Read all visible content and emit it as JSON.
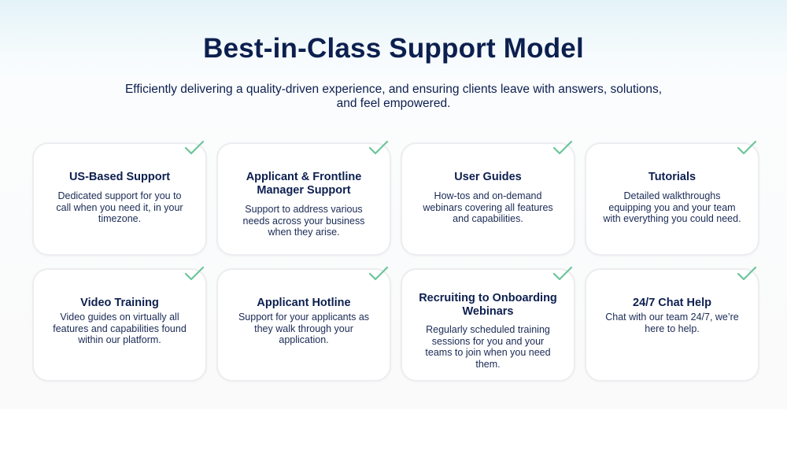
{
  "header": {
    "title": "Best-in-Class Support Model",
    "subtitle": "Efficiently delivering a quality-driven experience, and ensuring clients leave with answers, solutions, and feel empowered."
  },
  "colors": {
    "accent_check": "#6cc59a",
    "title": "#0c1f4f"
  },
  "cards": [
    {
      "title": "US-Based Support",
      "description": "Dedicated support for you to call when you need it, in your timezone.",
      "icon": "check-icon"
    },
    {
      "title": "Applicant & Frontline Manager Support",
      "description": "Support to address various needs across your business when they arise.",
      "icon": "check-icon"
    },
    {
      "title": "User Guides",
      "description": "How-tos and on-demand webinars covering all features and capabilities.",
      "icon": "check-icon"
    },
    {
      "title": "Tutorials",
      "description": "Detailed walkthroughs equipping you and your team with everything you could need.",
      "icon": "check-icon"
    },
    {
      "title": "Video Training",
      "description": "Video guides on virtually all features and capabilities found within our platform.",
      "icon": "check-icon"
    },
    {
      "title": "Applicant Hotline",
      "description": "Support for your applicants as they walk through your application.",
      "icon": "check-icon"
    },
    {
      "title": "Recruiting to Onboarding Webinars",
      "description": "Regularly scheduled training sessions for you and your teams to join when you need them.",
      "icon": "check-icon"
    },
    {
      "title": "24/7 Chat Help",
      "description": "Chat with our team 24/7, we’re here to help.",
      "icon": "check-icon"
    }
  ]
}
